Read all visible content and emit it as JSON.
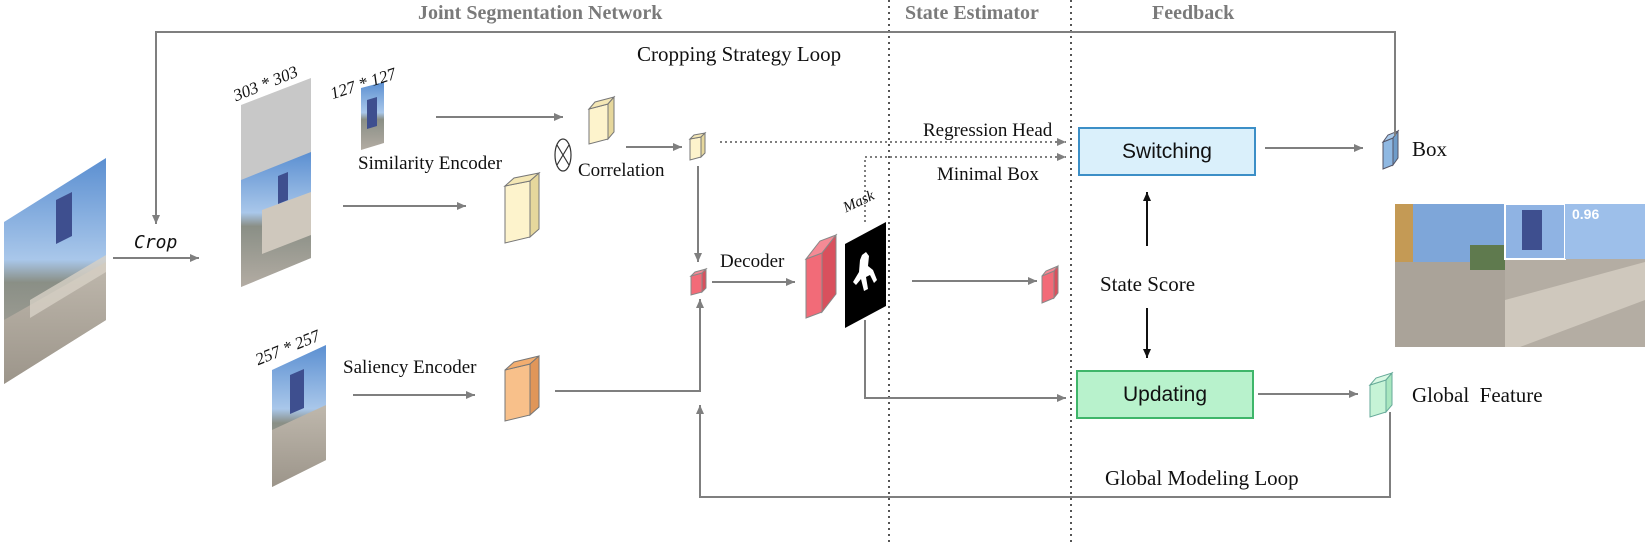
{
  "headers": {
    "joint_segmentation": "Joint Segmentation Network",
    "state_estimator": "State Estimator",
    "feedback": "Feedback"
  },
  "loops": {
    "cropping": "Cropping Strategy Loop",
    "global_modeling": "Global Modeling Loop"
  },
  "labels": {
    "crop": "Crop",
    "size_303": "303 * 303",
    "size_127": "127 * 127",
    "size_257": "257 * 257",
    "similarity_encoder": "Similarity Encoder",
    "correlation": "Correlation",
    "saliency_encoder": "Saliency Encoder",
    "decoder": "Decoder",
    "mask": "Mask",
    "regression_head": "Regression Head",
    "minimal_box": "Minimal Box",
    "state_score": "State Score",
    "box": "Box",
    "global_feature": "Global  Feature",
    "confidence": "0.96"
  },
  "modules": {
    "switching": "Switching",
    "updating": "Updating"
  },
  "colors": {
    "similarity_feature": "#fdf3cc",
    "saliency_feature": "#f8c08a",
    "decoder_feature": "#f26b78",
    "switching_fill": "#daf0fb",
    "switching_border": "#3c8fc7",
    "updating_fill": "#b8f2cc",
    "updating_border": "#3fb66a",
    "box_feature": "#8fb8e2",
    "global_feature": "#c6f3d6",
    "header_text": "#7a7a7a",
    "arrow": "#7f7f7f"
  }
}
